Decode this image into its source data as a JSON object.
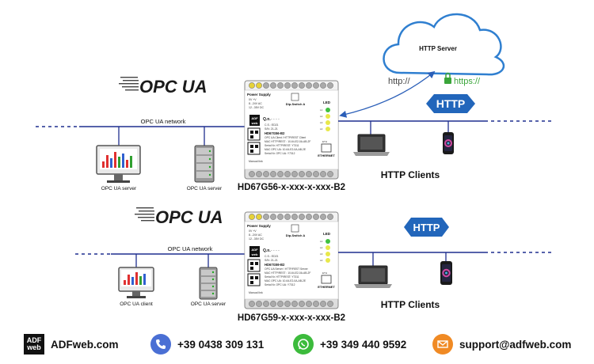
{
  "cloud": {
    "label": "HTTP Server",
    "http_label": "http://",
    "https_label": "https://"
  },
  "diagram_top": {
    "logo": "OPC UA",
    "network_label": "OPC UA network",
    "server1_label": "OPC UA server",
    "server2_label": "OPC UA server",
    "device": {
      "model": "HD67G56-x-xxx-x-xxx-B2",
      "power_supply": "Power Supply",
      "v_label_1": "0V +V",
      "v_label_2": "8...24V AC",
      "v_label_3": "12...35V DC",
      "dip": "Dip-Switch A",
      "led": "LED",
      "leds": [
        "L1",
        "L2",
        "L3",
        "L4"
      ],
      "qr": "Q.n.",
      "cs": "C.S.: ED21",
      "sn": "S/N: 21-21",
      "name": "HD67G56-B2",
      "lines": [
        "OPC UA Client / HTTP/REST Client",
        "MAC HTTP/REST : 10-64-E2-0A-AB-2F",
        "Serial Nr. HTTP/REST: Y7311",
        "MAC OPC UA: 10-64-E2-0A-AB-2E",
        "Serial Nr. OPC UA: Y7312"
      ],
      "manual": "Manual link",
      "eth": "ETHERNET",
      "eth_top": "ETH"
    },
    "http_badge": "HTTP",
    "clients_label": "HTTP Clients"
  },
  "diagram_bottom": {
    "logo": "OPC UA",
    "network_label": "OPC UA network",
    "client_label": "OPC UA client",
    "server_label": "OPC UA server",
    "device": {
      "model": "HD67G59-x-xxx-x-xxx-B2",
      "power_supply": "Power Supply",
      "v_label_1": "0V +V",
      "v_label_2": "8...24V AC",
      "v_label_3": "12...35V DC",
      "dip": "Dip-Switch A",
      "led": "LED",
      "leds": [
        "L1",
        "L2",
        "L3",
        "L4"
      ],
      "qr": "Q.n.",
      "cs": "C.S.: ED21",
      "sn": "S/N: 21-21",
      "name": "HD67G59-B2",
      "lines": [
        "OPC UA Server / HTTP/REST Server",
        "MAC HTTP/REST : 10-64-E2-0A-AB-2F",
        "Serial Nr. HTTP/REST: Y7311",
        "MAC OPC UA: 10-64-E2-0A-AB-2E",
        "Serial Nr. OPC UA: Y7312"
      ],
      "manual": "Manual link",
      "eth": "ETHERNET",
      "eth_top": "ETH"
    },
    "http_badge": "HTTP",
    "clients_label": "HTTP Clients"
  },
  "footer": {
    "logo_top": "ADF",
    "logo_bottom": "web",
    "site": "ADFweb.com",
    "phone": "+39 0438 309 131",
    "whatsapp": "+39 349 440 9592",
    "email": "support@adfweb.com"
  },
  "colors": {
    "line": "#1f2f8f",
    "badge": "#2266bb",
    "arrow": "#2b5fb8",
    "phone": "#4a6fd4",
    "whatsapp": "#3cbb3c",
    "email": "#f08a24"
  }
}
